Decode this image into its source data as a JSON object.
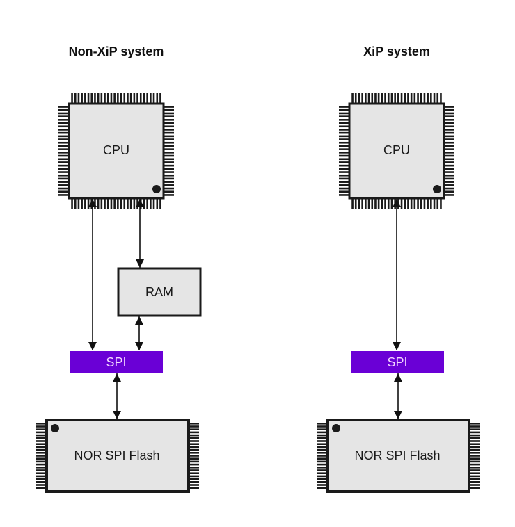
{
  "colors": {
    "chip_fill": "#e5e5e5",
    "chip_border": "#1a1a1a",
    "pin": "#1a1a1a",
    "spi_fill": "#6a00d6",
    "spi_text": "#f3d6ff",
    "arrow": "#111111",
    "background": "#ffffff"
  },
  "panels": [
    {
      "id": "non-xip",
      "title": "Non-XiP system",
      "cpu": {
        "label": "CPU"
      },
      "ram": {
        "label": "RAM"
      },
      "spi": {
        "label": "SPI"
      },
      "flash": {
        "label": "NOR SPI Flash"
      },
      "connections": [
        {
          "from": "CPU",
          "to": "SPI",
          "direction": "bidirectional"
        },
        {
          "from": "CPU",
          "to": "RAM",
          "direction": "bidirectional"
        },
        {
          "from": "RAM",
          "to": "SPI",
          "direction": "bidirectional"
        },
        {
          "from": "SPI",
          "to": "NOR SPI Flash",
          "direction": "bidirectional"
        }
      ]
    },
    {
      "id": "xip",
      "title": "XiP system",
      "cpu": {
        "label": "CPU"
      },
      "spi": {
        "label": "SPI"
      },
      "flash": {
        "label": "NOR SPI Flash"
      },
      "connections": [
        {
          "from": "CPU",
          "to": "SPI",
          "direction": "bidirectional"
        },
        {
          "from": "SPI",
          "to": "NOR SPI Flash",
          "direction": "bidirectional"
        }
      ]
    }
  ]
}
